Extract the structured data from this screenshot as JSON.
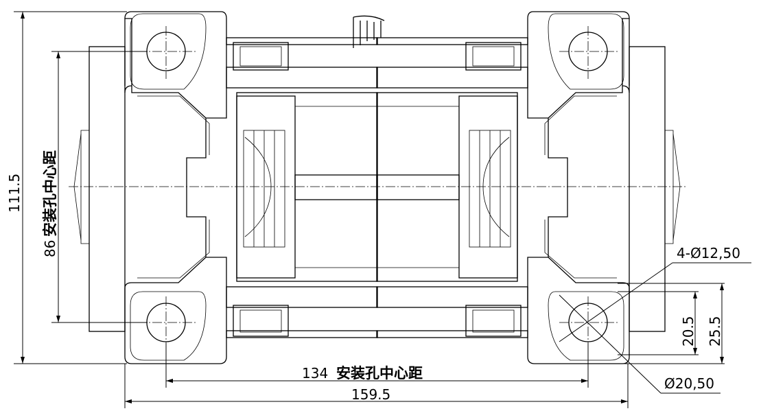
{
  "drawing": {
    "dimensions": {
      "overall_height": "111.5",
      "hole_vertical_value": "86",
      "hole_vertical_label": "安装孔中心距",
      "hole_horizontal_value": "134",
      "hole_horizontal_label": "安装孔中心距",
      "overall_width": "159.5",
      "ear_inner": "20.5",
      "ear_outer": "25.5",
      "hole_callout": "4-Ø12,50",
      "boss_callout": "Ø20,50"
    }
  }
}
